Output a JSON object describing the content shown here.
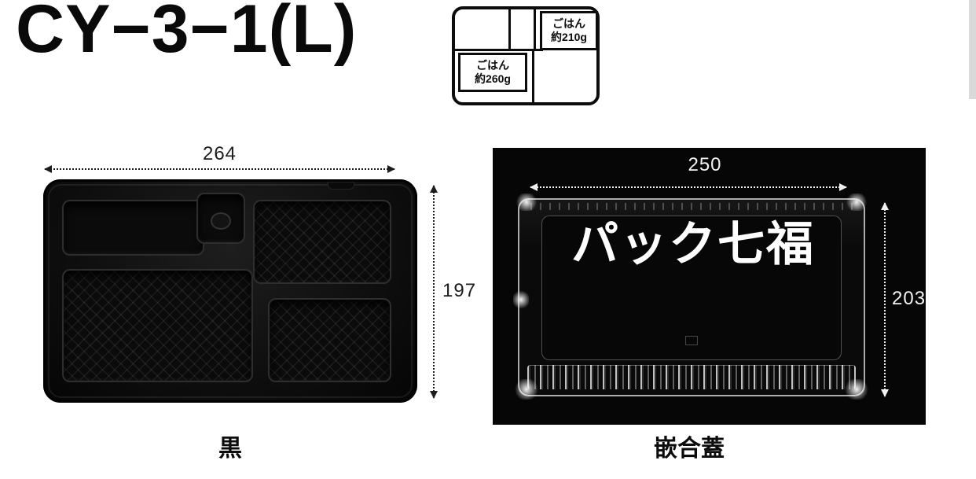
{
  "page": {
    "title": "CY−3−1(L)"
  },
  "layout_diagram": {
    "rice_top": {
      "line1": "ごはん",
      "line2": "約210g"
    },
    "rice_bottom": {
      "line1": "ごはん",
      "line2": "約260g"
    }
  },
  "tray_figure": {
    "width_mm": "264",
    "height_mm": "197",
    "caption": "黒"
  },
  "lid_figure": {
    "width_mm": "250",
    "height_mm": "203",
    "caption": "嵌合蓋",
    "watermark": "パック七福"
  },
  "colors": {
    "tray_black": "#0e0e0e",
    "lid_photo_background": "#060606",
    "dimension_dark": "#1c1c1c",
    "dimension_light": "#f2f2f2"
  }
}
